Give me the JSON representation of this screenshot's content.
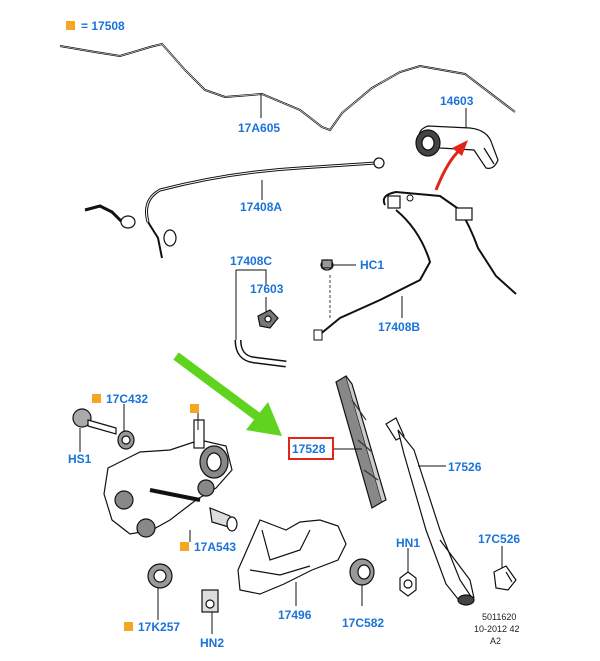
{
  "legend": {
    "text": "= 17508",
    "color": "#f5a623"
  },
  "labels": {
    "p17A605": "17A605",
    "p14603": "14603",
    "p17408A": "17408A",
    "p17408C": "17408C",
    "pHC1": "HC1",
    "p17603": "17603",
    "p17408B": "17408B",
    "p17C432": "17C432",
    "pHS1": "HS1",
    "p17528": "17528",
    "p17526": "17526",
    "p17A543": "17A543",
    "pHN1": "HN1",
    "p17C526": "17C526",
    "p17K257": "17K257",
    "p17496": "17496",
    "p17C582": "17C582",
    "pHN2": "HN2"
  },
  "footer": {
    "line1": "5011620",
    "line2": "10-2012 42",
    "line3": "A2"
  },
  "colors": {
    "label": "#1a73d9",
    "arrow_green": "#5fd41e",
    "arrow_red": "#e3241b",
    "highlight": "#e3241b",
    "part_marker": "#f5a623"
  }
}
